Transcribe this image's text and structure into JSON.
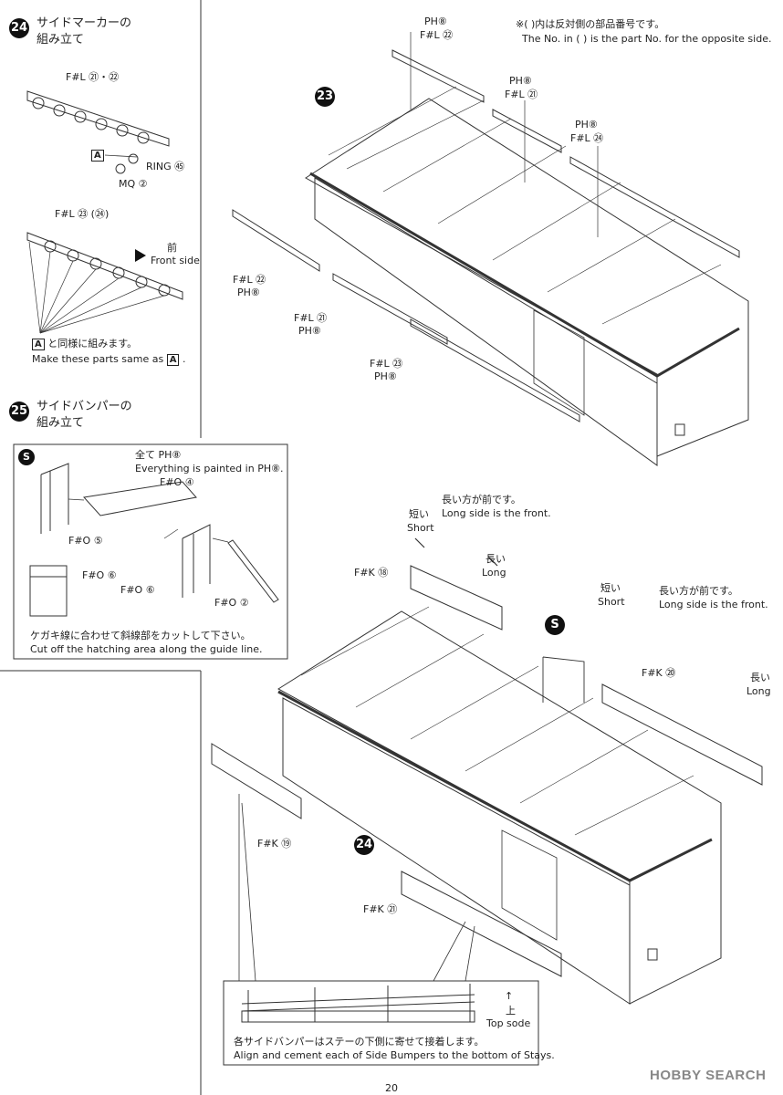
{
  "steps": {
    "s24": {
      "number": "24",
      "title_line1": "サイドマーカーの",
      "title_line2": "組み立て"
    },
    "s25": {
      "number": "25",
      "title_line1": "サイドバンパーの",
      "title_line2": "組み立て"
    },
    "s23_marker": "23",
    "s24_marker": "24"
  },
  "left": {
    "fl_21_22": "F#L ㉑・㉒",
    "box_a": "A",
    "ring": "RING ㊺",
    "mq": "MQ ②",
    "fl_23_24": "F#L ㉓ (㉔)",
    "front_jp": "前",
    "front_en": "Front side",
    "same_jp": "と同様に組みます。",
    "same_en_pre": "Make these parts same as",
    "same_en_post": "."
  },
  "s25box": {
    "s_marker": "S",
    "all_jp": "全て",
    "ph_label": "PH⑧",
    "paint_en_pre": "Everything is painted in",
    "paint_en_post": ".",
    "fo4": "F#O ④",
    "fo5": "F#O ⑤",
    "fo6a": "F#O ⑥",
    "fo6b": "F#O ⑥",
    "fo2": "F#O ②",
    "cut_jp": "ケガキ線に合わせて斜線部をカットして下さい。",
    "cut_en": "Cut off the hatching area along the guide line."
  },
  "top": {
    "note_jp": "※(   )内は反対側の部品番号です。",
    "note_en": "The No. in (   ) is the part No. for the opposite side.",
    "ph1": "PH⑧",
    "fl22": "F#L ㉒",
    "ph2": "PH⑧",
    "fl21": "F#L ㉑",
    "ph3": "PH⑧",
    "fl24": "F#L ㉔",
    "fl22b": "F#L ㉒",
    "ph4": "PH⑧",
    "fl21b": "F#L ㉑",
    "ph5": "PH⑧",
    "fl23": "F#L ㉓",
    "ph6": "PH⑧"
  },
  "bottom": {
    "short_jp1": "短い",
    "short_en1": "Short",
    "longside_jp1": "長い方が前です。",
    "longside_en1": "Long side is the front.",
    "long_jp1": "長い",
    "long_en1": "Long",
    "fk18": "F#K ⑱",
    "s_marker2": "S",
    "short_jp2": "短い",
    "short_en2": "Short",
    "longside_jp2": "長い方が前です。",
    "longside_en2": "Long side is the front.",
    "fk20": "F#K ⑳",
    "long_jp2": "長い",
    "long_en2": "Long",
    "fk19": "F#K ⑲",
    "fk21": "F#K ㉑",
    "top_arrow": "↑",
    "top_jp": "上",
    "top_en": "Top sode",
    "align_jp": "各サイドバンパーはステーの下側に寄せて接着します。",
    "align_en": "Align and cement each of Side Bumpers to the bottom of Stays."
  },
  "footer": {
    "page": "20",
    "watermark": "HOBBY SEARCH"
  }
}
